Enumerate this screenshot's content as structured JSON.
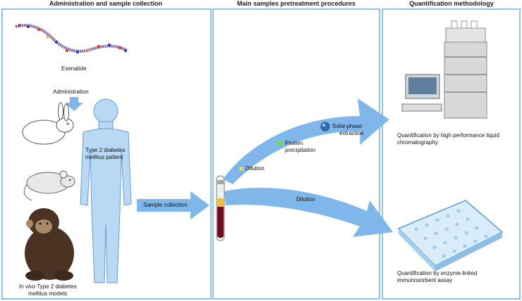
{
  "titles": {
    "panel1": "Administration and sample collection",
    "panel2": "Main samples pretreatment procedures",
    "panel3": "Quantification methodology"
  },
  "panel1": {
    "molecule_label": "Exenatide",
    "administration_label": "Administration",
    "patient_label_line1": "Type 2 diabetes",
    "patient_label_line2": "mellitus patient",
    "sample_collection_label": "Sample collection",
    "models_label_italic": "In vivo",
    "models_label_rest": " Type 2 diabetes",
    "models_label_line2": "mellitus models"
  },
  "panel2": {
    "dilution_upper": "Dilution",
    "protein_precipitation_line1": "Protein",
    "protein_precipitation_line2": "precipitation",
    "spe_line1": "Solid-phase",
    "spe_line2": "extraction",
    "dilution_lower": "Dilution"
  },
  "panel3": {
    "hplc_line1": "Quantification by high performance liquid",
    "hplc_line2": "chromatography",
    "elisa_line1": "Quantification by enzyme-linked",
    "elisa_line2": "immunosorbent assay"
  },
  "colors": {
    "panel_border": "#8fc3ea",
    "arrow": "#7fb7ea",
    "silhouette": "#b9d8f3",
    "blood": "#6b0d1e"
  }
}
